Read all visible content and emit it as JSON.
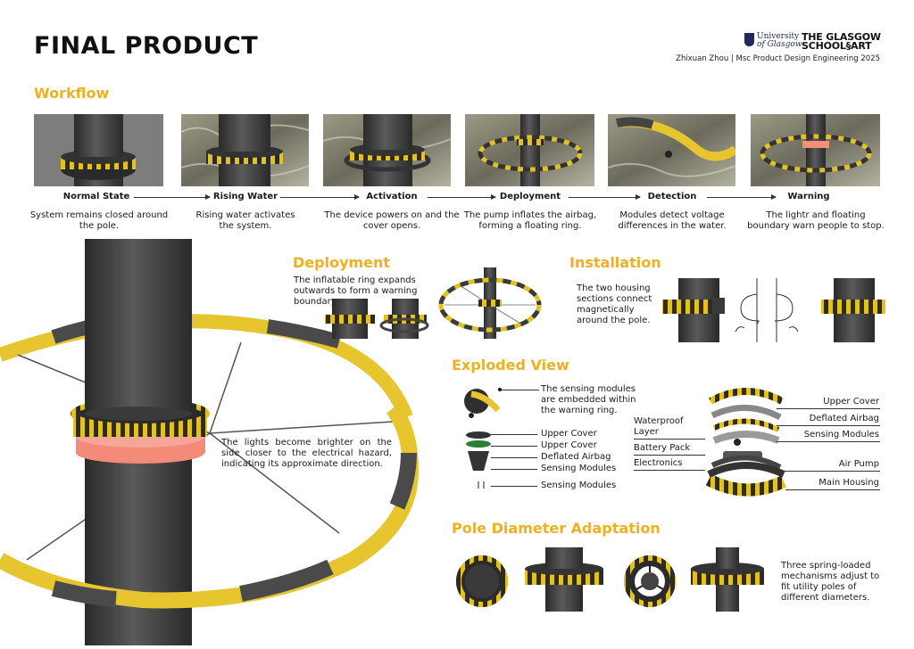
{
  "header": {
    "title": "FINAL PRODUCT",
    "credit": "Zhixuan Zhou | Msc Product Design Engineering 2025",
    "logo_uog_line1": "University",
    "logo_uog_line2": "of Glasgow",
    "logo_gsa_line1": "THE GLASGOW",
    "logo_gsa_line2": "SCHOOL§ART"
  },
  "workflow": {
    "title": "Workflow",
    "steps": [
      {
        "label": "Normal State",
        "desc": "System remains closed around the pole."
      },
      {
        "label": "Rising Water",
        "desc": "Rising water activates the system."
      },
      {
        "label": "Activation",
        "desc": "The device powers on and the cover opens."
      },
      {
        "label": "Deployment",
        "desc": "The pump inflates the airbag, forming a floating ring."
      },
      {
        "label": "Detection",
        "desc": "Modules detect voltage differences in the water."
      },
      {
        "label": "Warning",
        "desc": "The lightr and floating boundary warn people to stop."
      }
    ]
  },
  "hero": {
    "caption": "The lights become brighter on the side closer to the electrical hazard, indicating its approximate direction."
  },
  "deployment": {
    "title": "Deployment",
    "desc": "The inflatable ring expands outwards to form a warning boundary."
  },
  "installation": {
    "title": "Installation",
    "desc": "The two housing sections connect magnetically around the pole."
  },
  "exploded": {
    "title": "Exploded View",
    "sensing_note": "The sensing modules are embedded within the warning ring.",
    "left_labels": [
      "Upper Cover",
      "Upper Cover",
      "Deflated Airbag",
      "Sensing Modules",
      "Sensing Modules"
    ],
    "mid_labels": [
      "Waterproof Layer",
      "Battery Pack",
      "Electronics"
    ],
    "right_labels": [
      "Upper Cover",
      "Deflated Airbag",
      "Sensing Modules",
      "Air Pump",
      "Main Housing"
    ]
  },
  "adaptation": {
    "title": "Pole Diameter Adaptation",
    "desc": "Three spring-loaded mechanisms adjust to fit utility poles of different diameters."
  },
  "colors": {
    "accent": "#f0b020",
    "ring_yellow": "#e7c52f",
    "ring_dark": "#4a4a4a",
    "pole": "#3d3d3d",
    "warning_glow": "#f47f6f"
  }
}
